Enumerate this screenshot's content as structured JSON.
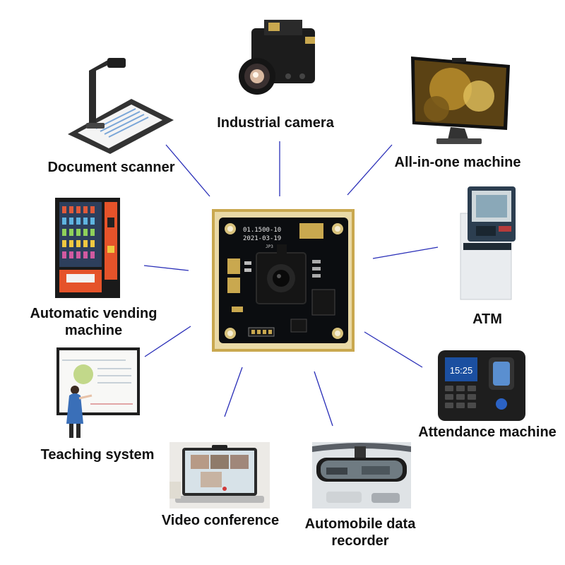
{
  "center": {
    "name": "camera module board",
    "pcb_text_line1": "01.1500-10",
    "pcb_text_line2": "2021-03-19",
    "pcb_ref": "JP3",
    "colors": {
      "pcb": "#0b0d10",
      "gold": "#c9a84f",
      "lens": "#1b1b1b"
    }
  },
  "applications": [
    {
      "id": "industrial-camera",
      "label": "Industrial camera"
    },
    {
      "id": "all-in-one-machine",
      "label": "All-in-one machine"
    },
    {
      "id": "atm",
      "label": "ATM"
    },
    {
      "id": "attendance-machine",
      "label": "Attendance machine",
      "screen_time": "15:25"
    },
    {
      "id": "automobile-data-recorder",
      "label": "Automobile data recorder"
    },
    {
      "id": "video-conference",
      "label": "Video conference"
    },
    {
      "id": "teaching-system",
      "label": "Teaching system"
    },
    {
      "id": "automatic-vending-machine",
      "label": "Automatic vending machine"
    },
    {
      "id": "document-scanner",
      "label": "Document scanner"
    }
  ],
  "colors": {
    "connector": "#2a2fb8",
    "label_text": "#111111",
    "background": "#ffffff"
  }
}
